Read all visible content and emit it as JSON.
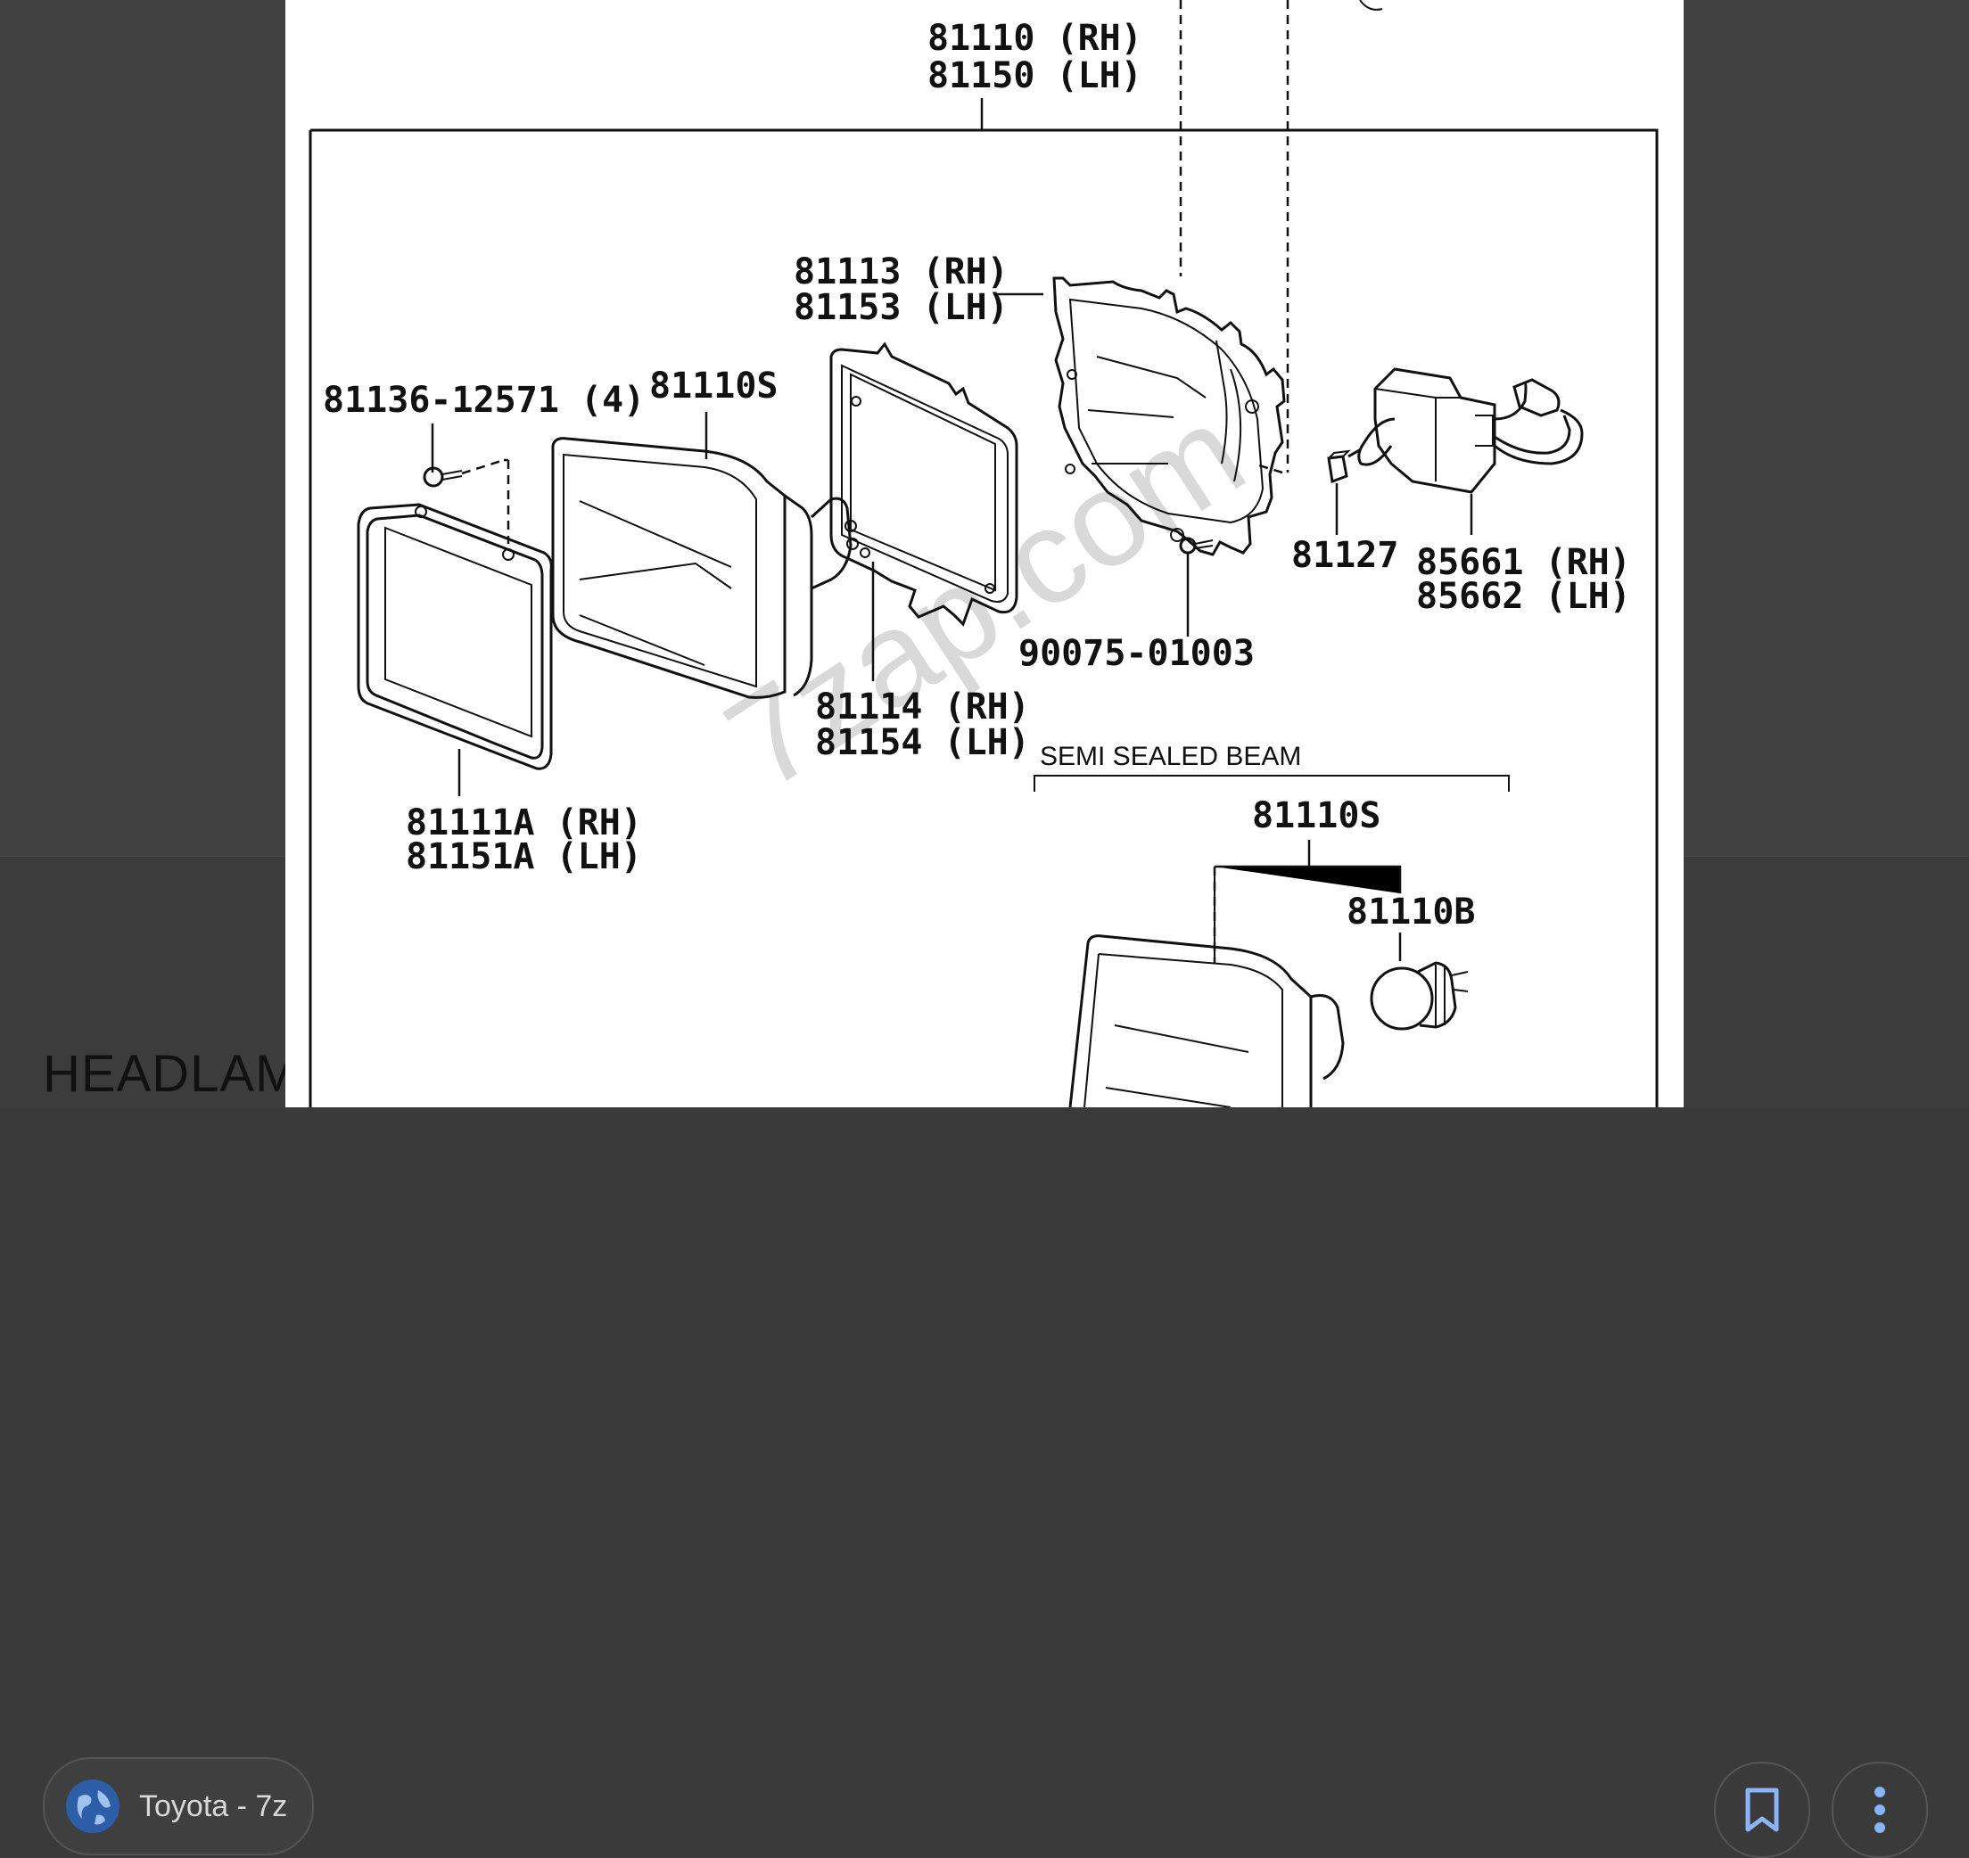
{
  "diagram": {
    "watermark": "7zap.com",
    "labels": {
      "housing_top": [
        "81110 (RH)",
        "81150 (LH)"
      ],
      "bracket": [
        "81113 (RH)",
        "81153 (LH)"
      ],
      "screw": "81136-12571 (4)",
      "sealed_beam": "81110S",
      "retainer_ring": [
        "81114 (RH)",
        "81154 (LH)"
      ],
      "bolt": "90075-01003",
      "socket": "81127",
      "connector": [
        "85661 (RH)",
        "85662 (LH)"
      ],
      "door": [
        "81111A (RH)",
        "81151A (LH)"
      ],
      "semi_sealed_title": "SEMI SEALED BEAM",
      "semi_sealed_unit": "81110S",
      "bulb": "81110B"
    }
  },
  "ui": {
    "source_chip_label": "Toyota - 7z",
    "page_title": "HEADLAM",
    "colors": {
      "background": "#3a3a3a",
      "globe": "#2f5ea8"
    },
    "icons": [
      "globe-icon",
      "bookmark-icon",
      "more-vert-icon"
    ]
  }
}
